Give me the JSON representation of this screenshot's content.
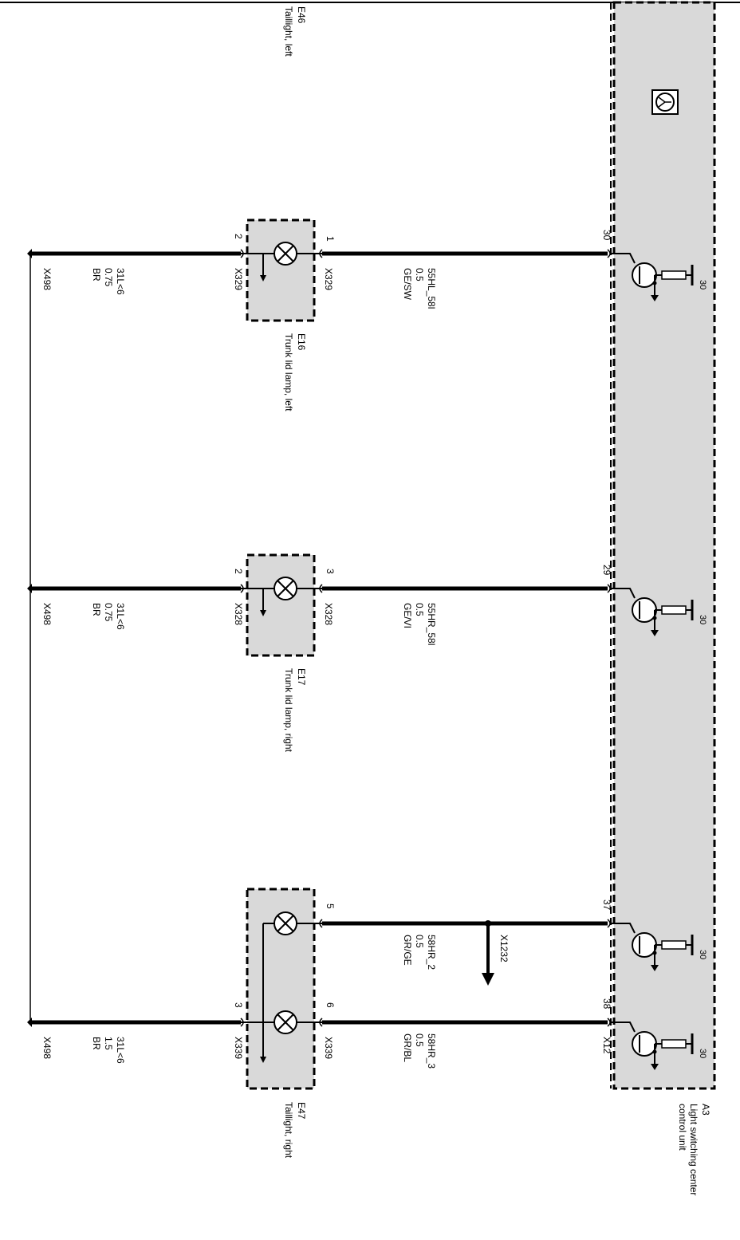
{
  "control_unit": {
    "ref": "A3",
    "name_line1": "Light switching center",
    "name_line2": "control unit",
    "connector": "X12",
    "supply_label": "30",
    "pins": [
      "30",
      "29",
      "37",
      "38"
    ]
  },
  "top_component": {
    "ref": "E46",
    "name": "Taillight, left"
  },
  "lamps": [
    {
      "ref": "E16",
      "name": "Trunk lid lamp, left",
      "pin_in": "1",
      "pin_out": "2",
      "conn_in": "X329",
      "conn_out": "X329",
      "wire_in": {
        "signal": "55HL_58l",
        "size": "0.5",
        "color": "GE/SW"
      },
      "wire_out": {
        "signal": "31L<6",
        "size": "0.75",
        "color": "BR"
      },
      "ground": "X498"
    },
    {
      "ref": "E17",
      "name": "Trunk lid lamp, right",
      "pin_in": "3",
      "pin_out": "2",
      "conn_in": "X328",
      "conn_out": "X328",
      "wire_in": {
        "signal": "55HR_58l",
        "size": "0.5",
        "color": "GE/VI"
      },
      "wire_out": {
        "signal": "31L<6",
        "size": "0.75",
        "color": "BR"
      },
      "ground": "X498"
    },
    {
      "ref": "E47",
      "name": "Taillight, right",
      "pin_in_a": "5",
      "pin_in_b": "6",
      "pin_out": "3",
      "conn_in": "X339",
      "conn_out": "X339",
      "wire_in_a": {
        "signal": "58HR_2",
        "size": "0.5",
        "color": "GR/GE"
      },
      "wire_in_b": {
        "signal": "58HR_3",
        "size": "0.5",
        "color": "GR/BL"
      },
      "wire_out": {
        "signal": "31L<6",
        "size": "1.5",
        "color": "BR"
      },
      "ground": "X498",
      "splice": "X1232"
    }
  ]
}
